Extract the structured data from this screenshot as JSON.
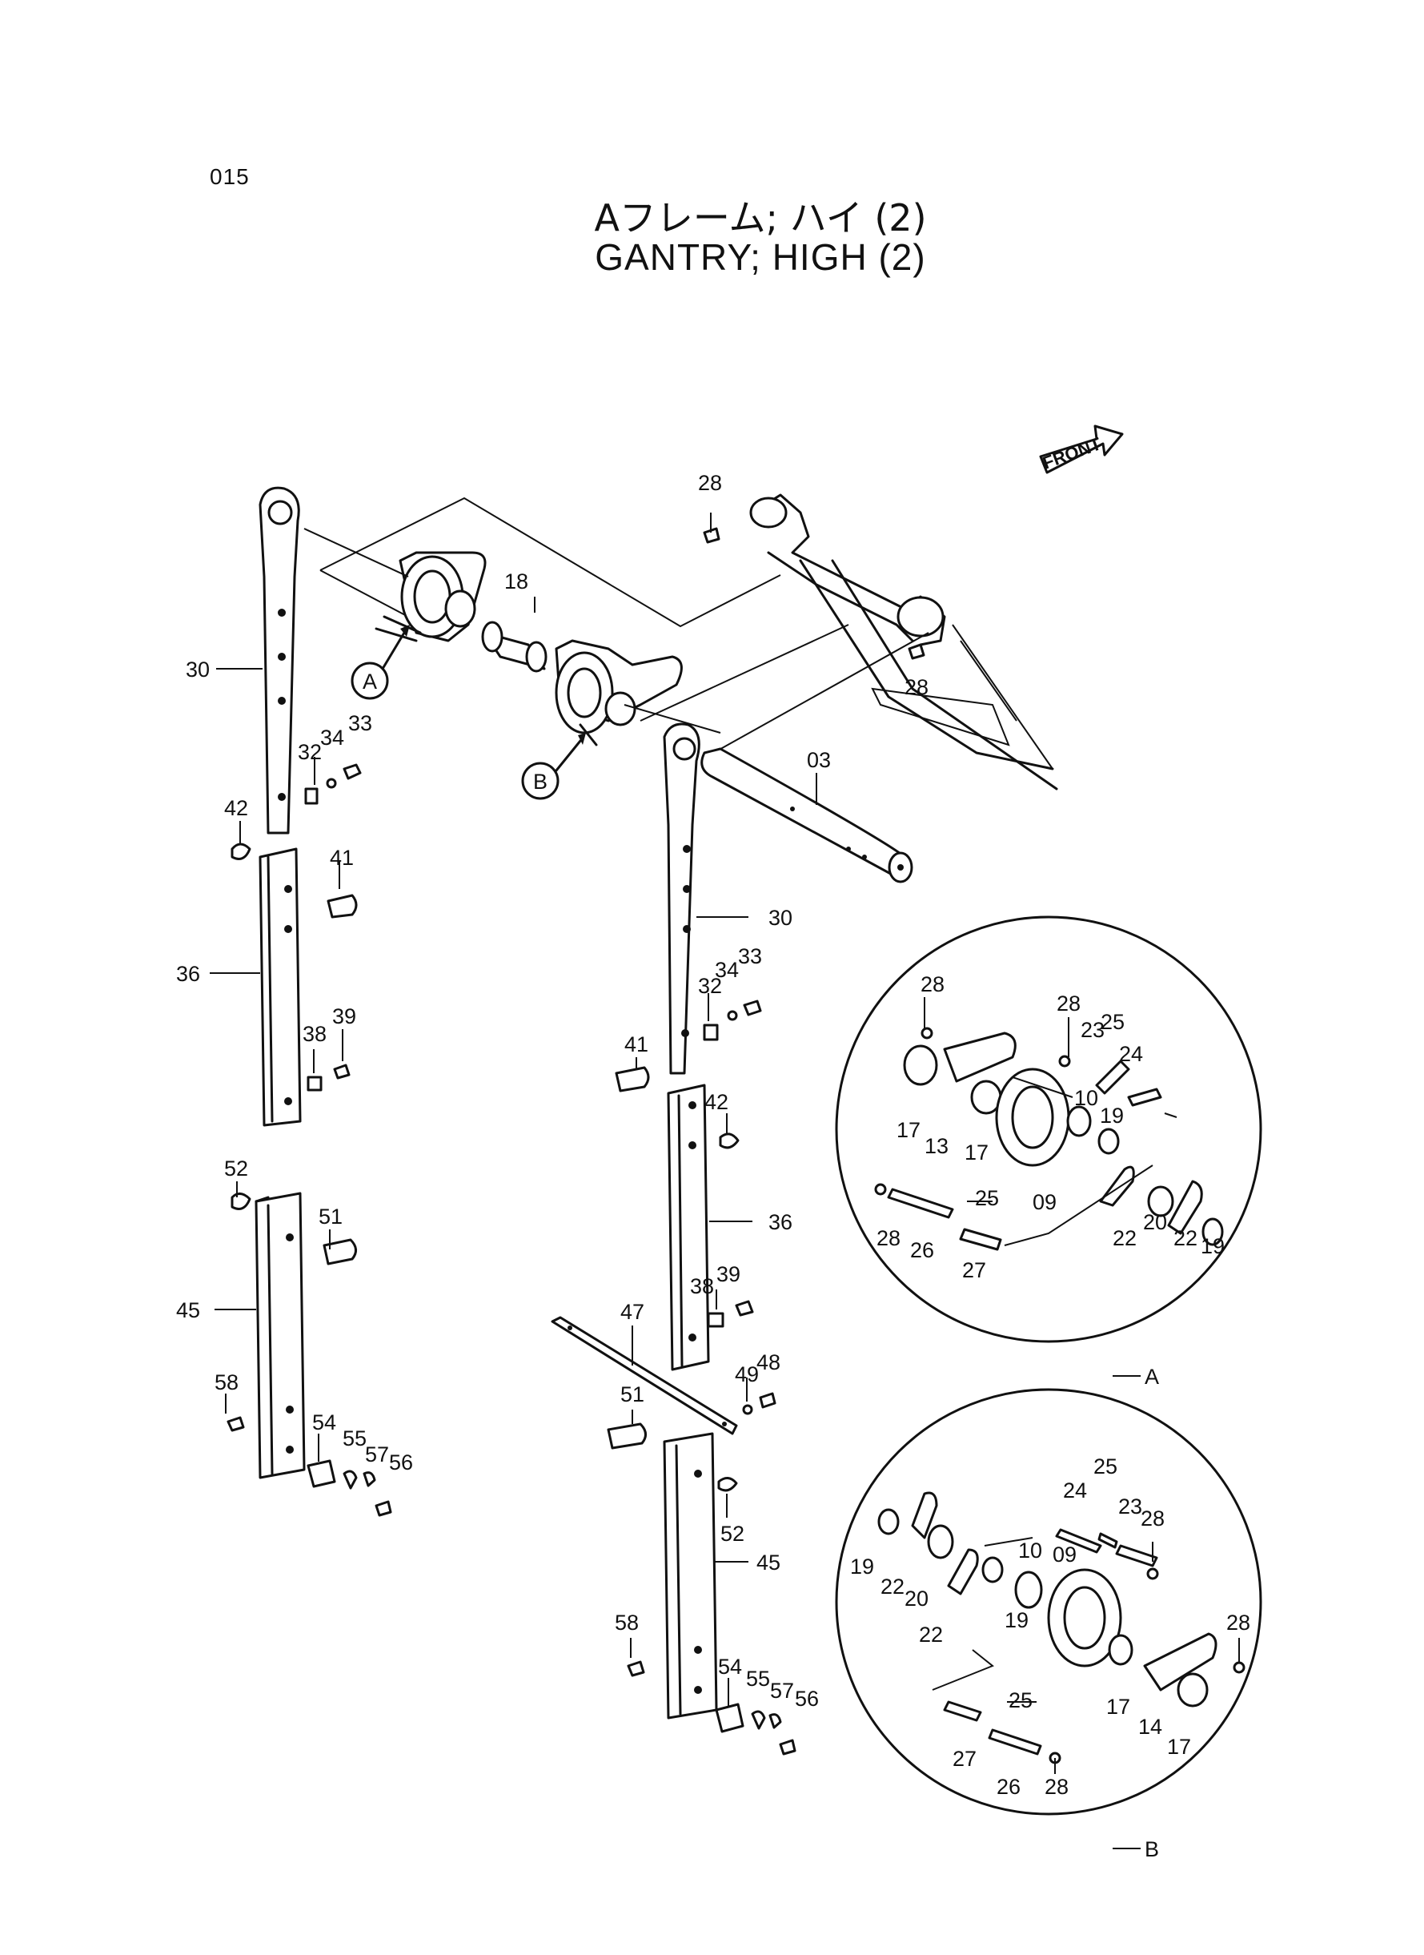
{
  "page_number": "015",
  "title_jp": "Aフレーム; ハイ (2)",
  "title_en": "GANTRY; HIGH (2)",
  "front_label": "FRONT",
  "callouts": {
    "A": "A",
    "B": "B"
  },
  "detail_labels": {
    "A": "A",
    "B": "B"
  },
  "labels": [
    "28",
    "28",
    "18",
    "30",
    "33",
    "34",
    "32",
    "42",
    "41",
    "36",
    "39",
    "38",
    "52",
    "51",
    "45",
    "58",
    "54",
    "55",
    "57",
    "56",
    "03",
    "30",
    "33",
    "34",
    "32",
    "41",
    "42",
    "36",
    "39",
    "38",
    "47",
    "48",
    "49",
    "51",
    "52",
    "45",
    "58",
    "54",
    "55",
    "57",
    "56",
    "28",
    "28",
    "23",
    "25",
    "24",
    "17",
    "13",
    "17",
    "10",
    "19",
    "09",
    "25",
    "28",
    "26",
    "27",
    "22",
    "20",
    "22",
    "19",
    "25",
    "24",
    "23",
    "28",
    "19",
    "22",
    "20",
    "10",
    "09",
    "22",
    "19",
    "28",
    "17",
    "14",
    "17",
    "25",
    "27",
    "26",
    "28"
  ]
}
